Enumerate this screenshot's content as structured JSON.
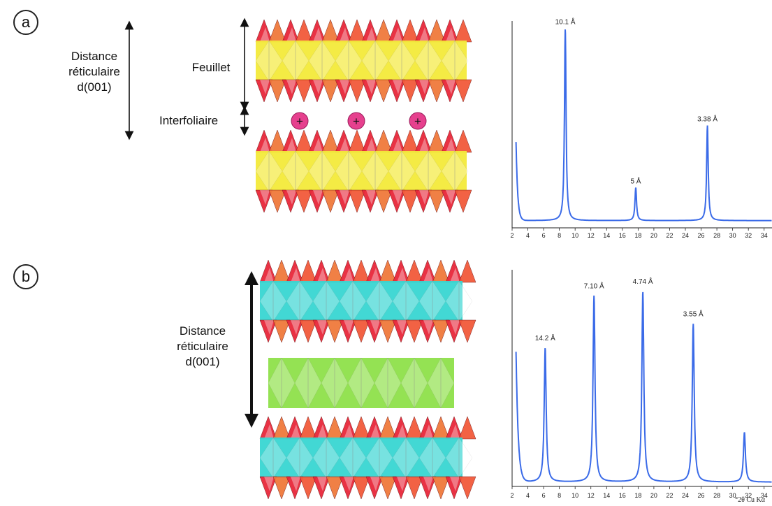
{
  "panels": [
    {
      "letter": "a",
      "distance_label": [
        "Distance",
        "réticulaire",
        "d(001)"
      ],
      "feuillet_label": "Feuillet",
      "interfoliaire_label": "Interfoliaire",
      "cation_symbol": "+"
    },
    {
      "letter": "b",
      "distance_label": [
        "Distance",
        "réticulaire",
        "d(001)"
      ]
    }
  ],
  "colors": {
    "trace": "#3b6be8",
    "tetra_red": "#e8283a",
    "tetra_orange": "#f07a3c",
    "octa_yellow": "#f3ea3a",
    "octa_cyan": "#38d6d2",
    "octa_green": "#8ee04a",
    "cation": "#e6408e"
  },
  "chart_data": [
    {
      "type": "line",
      "xlabel": "",
      "xlim": [
        2,
        35
      ],
      "xticks": [
        2,
        4,
        6,
        8,
        10,
        12,
        14,
        16,
        18,
        20,
        22,
        24,
        26,
        28,
        30,
        32,
        34
      ],
      "background": {
        "start": 2.5,
        "amplitude": 0.38,
        "decay": 0.45,
        "offset": 0.035
      },
      "peaks": [
        {
          "x": 8.75,
          "height": 0.93,
          "width": 0.12,
          "label": "10.1 Å"
        },
        {
          "x": 17.7,
          "height": 0.16,
          "width": 0.12,
          "label": "5 Å"
        },
        {
          "x": 26.8,
          "height": 0.46,
          "width": 0.12,
          "label": "3.38 Å"
        }
      ]
    },
    {
      "type": "line",
      "xlabel": "°2θ Cu Kα",
      "xlim": [
        2,
        35
      ],
      "xticks": [
        2,
        4,
        6,
        8,
        10,
        12,
        14,
        16,
        18,
        20,
        22,
        24,
        26,
        28,
        30,
        32,
        34
      ],
      "background": {
        "start": 2.5,
        "amplitude": 0.6,
        "decay": 0.6,
        "offset": 0.02
      },
      "peaks": [
        {
          "x": 6.2,
          "height": 0.62,
          "width": 0.15,
          "label": "14.2 Å"
        },
        {
          "x": 12.4,
          "height": 0.86,
          "width": 0.15,
          "label": "7.10 Å"
        },
        {
          "x": 18.6,
          "height": 0.88,
          "width": 0.15,
          "label": "4.74 Å"
        },
        {
          "x": 25.0,
          "height": 0.73,
          "width": 0.15,
          "label": "3.55 Å"
        },
        {
          "x": 31.5,
          "height": 0.23,
          "width": 0.15,
          "label": ""
        }
      ]
    }
  ]
}
